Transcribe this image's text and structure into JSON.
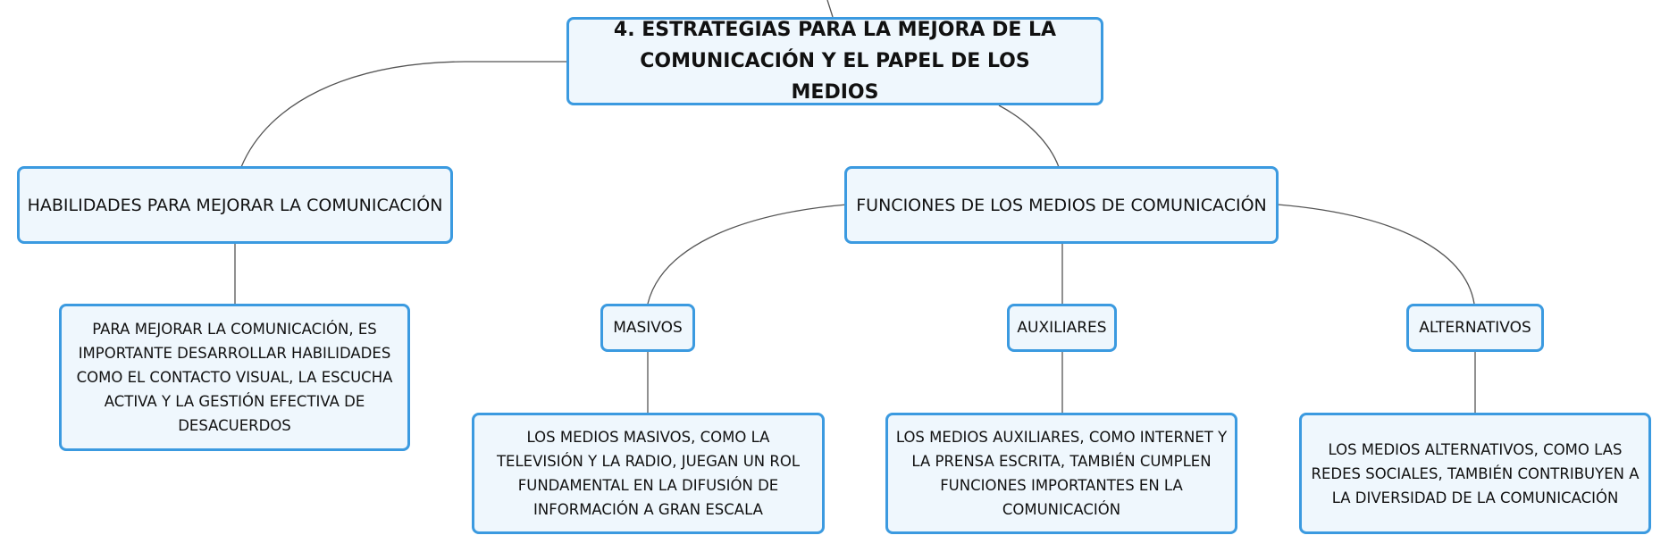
{
  "colors": {
    "node_border": "#3b9ae0",
    "node_fill": "#eff7fd",
    "connector": "#555555",
    "background": "#ffffff"
  },
  "root": {
    "line1": "4. ESTRATEGIAS PARA LA MEJORA DE LA",
    "line2": "COMUNICACIÓN Y EL PAPEL DE LOS MEDIOS"
  },
  "skills": {
    "title": "HABILIDADES PARA MEJORAR LA COMUNICACIÓN",
    "detail": "PARA MEJORAR LA COMUNICACIÓN, ES IMPORTANTE DESARROLLAR HABILIDADES COMO EL CONTACTO VISUAL, LA ESCUCHA ACTIVA Y LA GESTIÓN EFECTIVA DE DESACUERDOS"
  },
  "functions": {
    "title": "FUNCIONES DE LOS MEDIOS DE COMUNICACIÓN",
    "massive": {
      "label": "MASIVOS",
      "detail": "LOS MEDIOS MASIVOS, COMO LA TELEVISIÓN Y LA RADIO, JUEGAN UN ROL FUNDAMENTAL EN LA DIFUSIÓN DE INFORMACIÓN A GRAN ESCALA"
    },
    "auxiliary": {
      "label": "AUXILIARES",
      "detail": "LOS MEDIOS AUXILIARES, COMO INTERNET Y LA PRENSA ESCRITA, TAMBIÉN CUMPLEN FUNCIONES IMPORTANTES EN LA COMUNICACIÓN"
    },
    "alternative": {
      "label": "ALTERNATIVOS",
      "detail": "LOS MEDIOS ALTERNATIVOS, COMO LAS REDES SOCIALES, TAMBIÉN CONTRIBUYEN A LA DIVERSIDAD DE LA COMUNICACIÓN"
    }
  }
}
